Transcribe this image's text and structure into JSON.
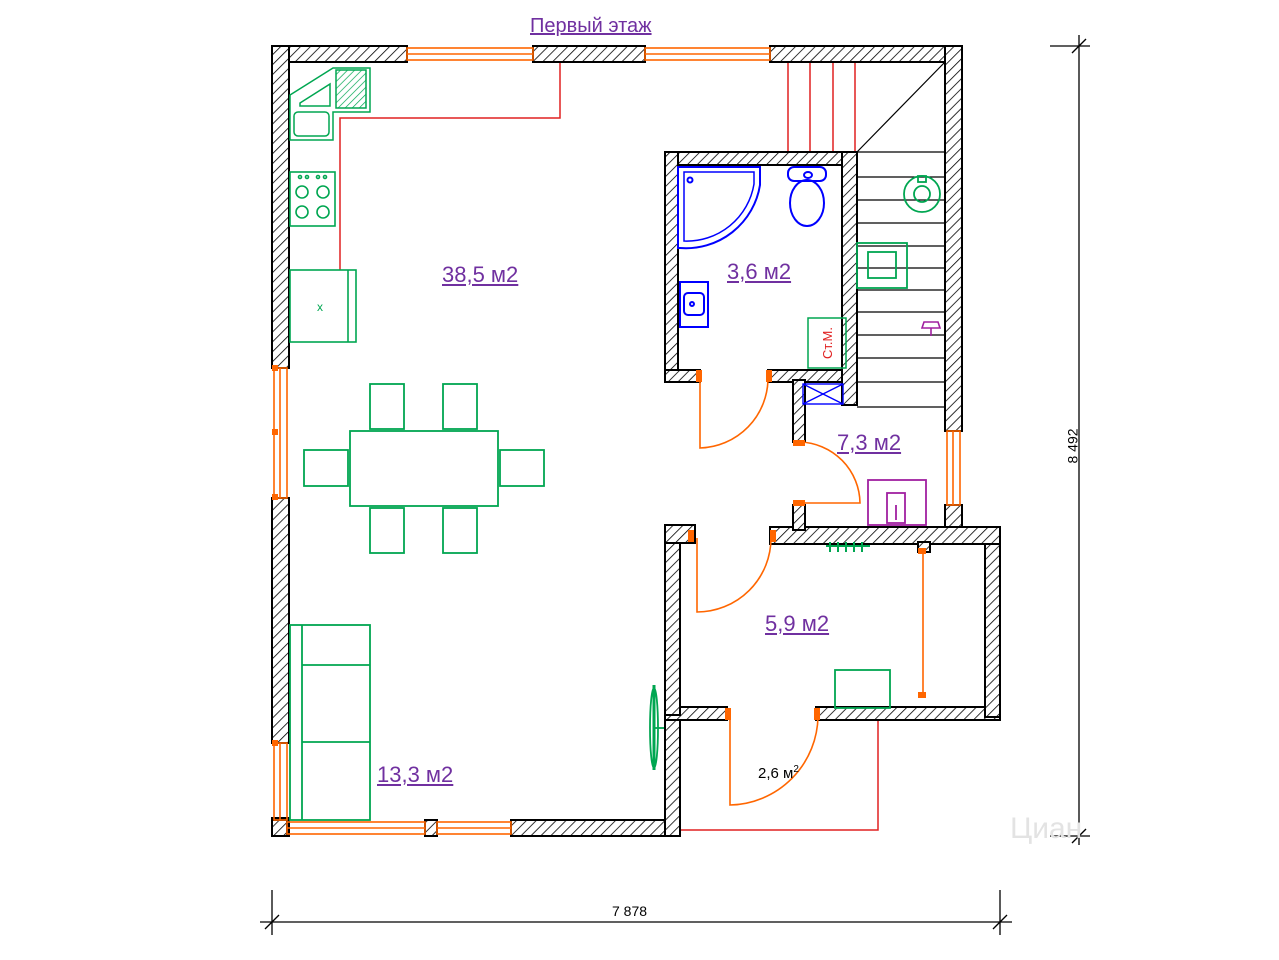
{
  "title": "Первый этаж",
  "rooms": {
    "living": "38,5 м2",
    "bath": "3,6 м2",
    "hall": "7,3 м2",
    "entry": "5,9 м2",
    "porch": "2,6 м",
    "porch_sup": "2",
    "lounge": "13,3 м2"
  },
  "labels": {
    "washer": "Ст.М.",
    "fridge_mark": "x"
  },
  "dimensions": {
    "width": "7 878",
    "height": "8 492"
  },
  "watermark": "Циан",
  "colors": {
    "wall_hatch": "#000000",
    "window": "#ff6600",
    "furniture": "#00a651",
    "plumbing": "#0000ff",
    "text": "#7030a0",
    "pipes": "#e02020"
  }
}
